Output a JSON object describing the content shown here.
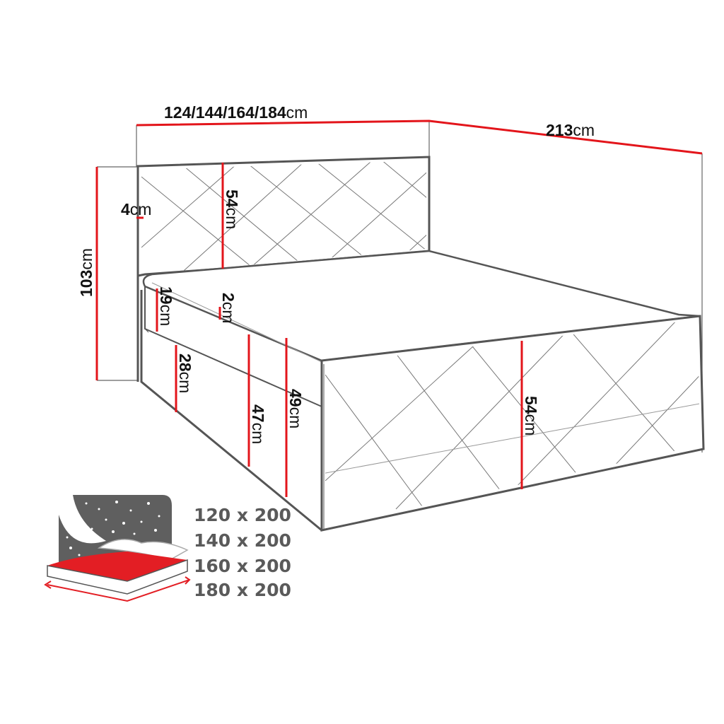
{
  "dimensions": {
    "width": {
      "value": "124/144/164/184",
      "unit": "cm"
    },
    "length": {
      "value": "213",
      "unit": "cm"
    },
    "total_height": {
      "value": "103",
      "unit": "cm"
    },
    "headboard_thickness": {
      "value": "4",
      "unit": "cm"
    },
    "headboard_height": {
      "value": "54",
      "unit": "cm"
    },
    "topper_height": {
      "value": "19",
      "unit": "cm"
    },
    "topper_gap": {
      "value": "2",
      "unit": "cm"
    },
    "mattress_height": {
      "value": "28",
      "unit": "cm"
    },
    "base_height": {
      "value": "47",
      "unit": "cm"
    },
    "bed_height": {
      "value": "49",
      "unit": "cm"
    },
    "footboard_height": {
      "value": "54",
      "unit": "cm"
    }
  },
  "mattress_sizes": [
    "120 x 200",
    "140 x 200",
    "160 x 200",
    "180 x 200"
  ],
  "colors": {
    "outline": "#555555",
    "dimension_line": "#e3151b",
    "icon_gray": "#5f5f5f",
    "icon_red": "#e31e24"
  }
}
